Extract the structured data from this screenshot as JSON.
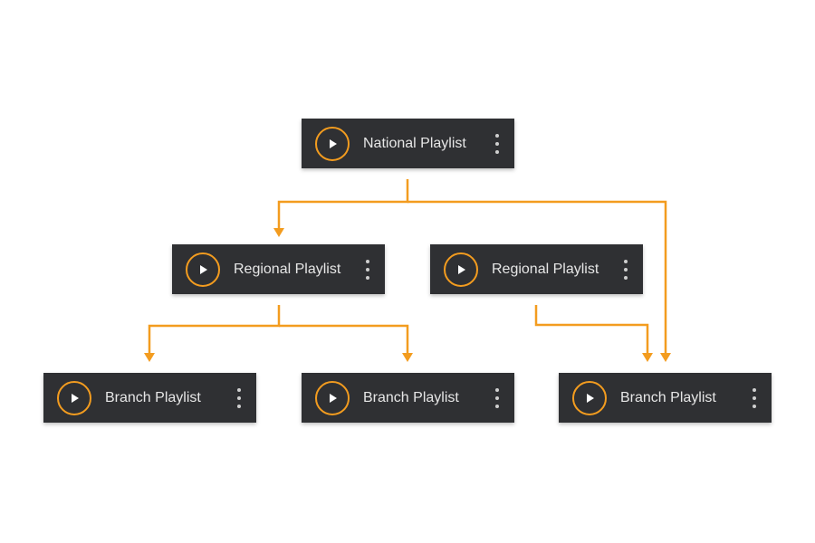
{
  "colors": {
    "background": "#ffffff",
    "card": "#2f3033",
    "card_text": "#e6e6e6",
    "accent": "#f39c1f"
  },
  "icons": {
    "play": "play-icon",
    "menu": "more-vertical-icon"
  },
  "nodes": {
    "national": {
      "label": "National Playlist"
    },
    "regional_1": {
      "label": "Regional Playlist"
    },
    "regional_2": {
      "label": "Regional Playlist"
    },
    "branch_1": {
      "label": "Branch Playlist"
    },
    "branch_2": {
      "label": "Branch Playlist"
    },
    "branch_3": {
      "label": "Branch Playlist"
    }
  },
  "edges": [
    {
      "from": "national",
      "to": "regional_1"
    },
    {
      "from": "national",
      "to": "branch_3"
    },
    {
      "from": "regional_1",
      "to": "branch_1"
    },
    {
      "from": "regional_1",
      "to": "branch_2"
    },
    {
      "from": "regional_2",
      "to": "branch_3"
    }
  ]
}
